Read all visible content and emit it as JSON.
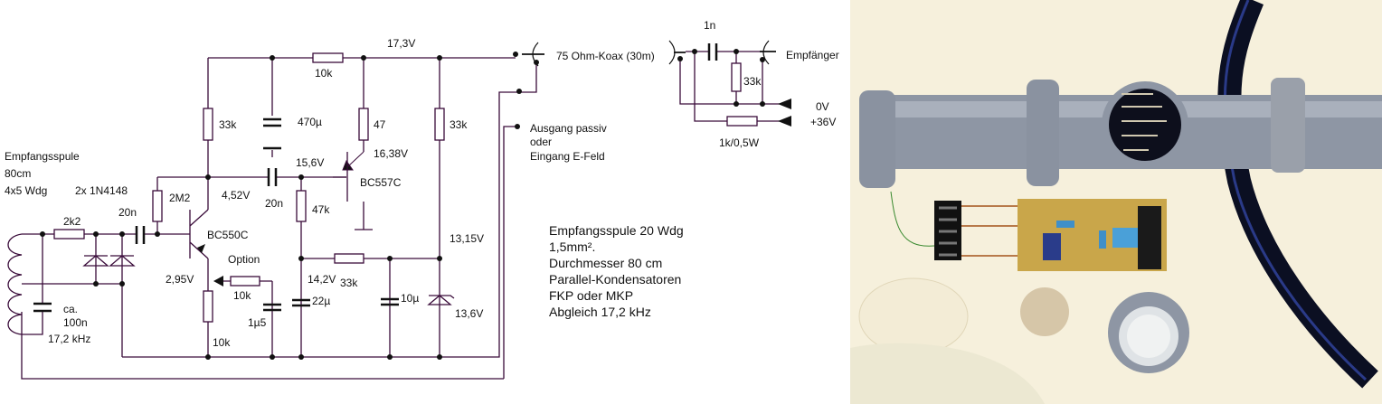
{
  "schematic": {
    "coil_label": [
      "Empfangsspule",
      "80cm",
      "4x5 Wdg"
    ],
    "diodes_label": "2x  1N4148",
    "r_2k2": "2k2",
    "c_20n_in": "20n",
    "r_2m2": "2M2",
    "r_33k_left": "33k",
    "c_470u": "470µ",
    "r_10k_top": "10k",
    "v_rail": "17,3V",
    "r_47": "47",
    "r_33k_right": "33k",
    "v_bc557_emitter": "16,38V",
    "v_bc557_base": "15,6V",
    "t_bc557": "BC557C",
    "v_bc550_collector": "4,52V",
    "c_20n_coupling": "20n",
    "r_47k": "47k",
    "t_bc550": "BC550C",
    "option": "Option",
    "v_bc550_emitter": "2,95V",
    "r_10k_option": "10k",
    "c_1u5": "1µ5",
    "r_10k_emitter": "10k",
    "v_14_2": "14,2V",
    "r_33k_mid": "33k",
    "c_22u": "22µ",
    "c_10u": "10µ",
    "v_13_15": "13,15V",
    "z_13_6": "13,6V",
    "c_tank": [
      "ca.",
      "100n",
      "17,2 kHz"
    ],
    "coax": "75 Ohm-Koax (30m)",
    "output_label": [
      "Ausgang passiv",
      "oder",
      "Eingang E-Feld"
    ],
    "c_1n": "1n",
    "r_33k_rx": "33k",
    "receiver": "Empfänger",
    "v_0": "0V",
    "v_36": "+36V",
    "r_1k": "1k/0,5W",
    "notes": [
      "Empfangsspule 20 Wdg",
      "1,5mm².",
      "Durchmesser 80 cm",
      "Parallel-Kondensatoren",
      "FKP oder MKP",
      "Abgleich 17,2 kHz"
    ]
  },
  "colors": {
    "wire": "#3a0c3a",
    "pipe": "#8e96a4",
    "cable": "#0b0f22",
    "background_photo": "#f6f0dc"
  }
}
